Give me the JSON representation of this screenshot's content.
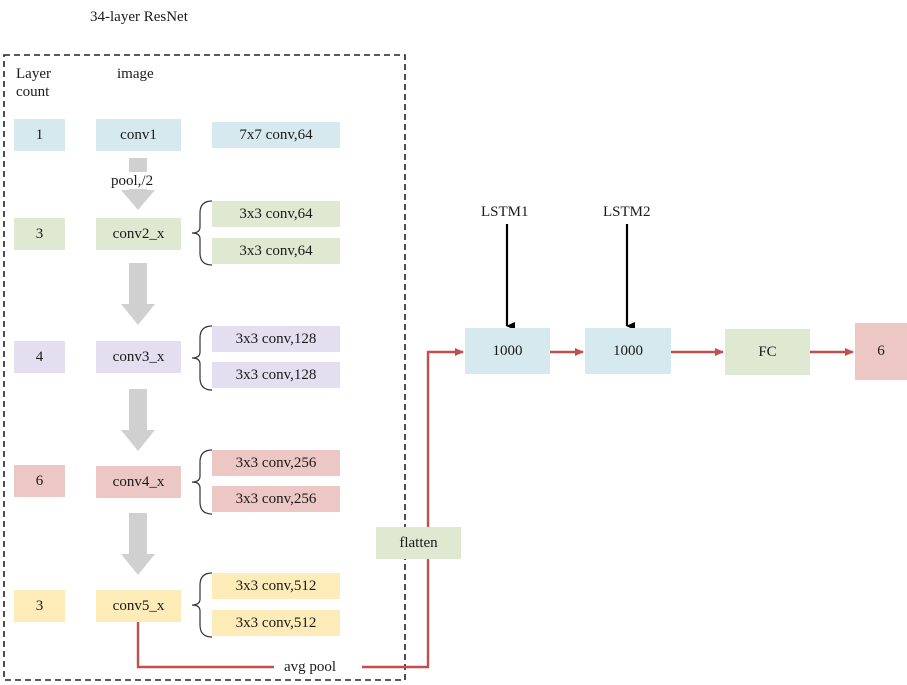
{
  "title": "34-layer ResNet",
  "headers": {
    "layer_count": "Layer\ncount",
    "image": "image"
  },
  "stages": [
    {
      "count": "1",
      "name": "conv1",
      "layers": [
        "7x7 conv,64"
      ],
      "color": "#d5e9ef"
    },
    {
      "count": "3",
      "name": "conv2_x",
      "layers": [
        "3x3 conv,64",
        "3x3 conv,64"
      ],
      "color": "#dfe9d2"
    },
    {
      "count": "4",
      "name": "conv3_x",
      "layers": [
        "3x3 conv,128",
        "3x3 conv,128"
      ],
      "color": "#e3def0"
    },
    {
      "count": "6",
      "name": "conv4_x",
      "layers": [
        "3x3 conv,256",
        "3x3 conv,256"
      ],
      "color": "#ecc7c4"
    },
    {
      "count": "3",
      "name": "conv5_x",
      "layers": [
        "3x3 conv,512",
        "3x3 conv,512"
      ],
      "color": "#fdebb8"
    }
  ],
  "pool_label": "pool,/2",
  "avg_pool_label": "avg pool",
  "flatten_label": "flatten",
  "lstm1_label": "LSTM1",
  "lstm2_label": "LSTM2",
  "lstm1_box": "1000",
  "lstm2_box": "1000",
  "fc_label": "FC",
  "output_label": "6",
  "colors": {
    "arrow_red": "#c0504d",
    "down_arrow_gray": "#d0d0d0",
    "black": "#000000"
  }
}
